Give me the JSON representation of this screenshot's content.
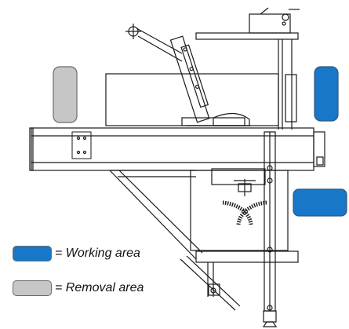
{
  "colors": {
    "working": "#1877c9",
    "removal": "#c6c6c6",
    "stroke": "#1a1a1a",
    "background": "#ffffff"
  },
  "legend": {
    "working_label": "= Working area",
    "removal_label": "= Removal area"
  },
  "icons": [
    "legend-working-swatch",
    "legend-removal-swatch",
    "crosshair-knob-icon"
  ]
}
